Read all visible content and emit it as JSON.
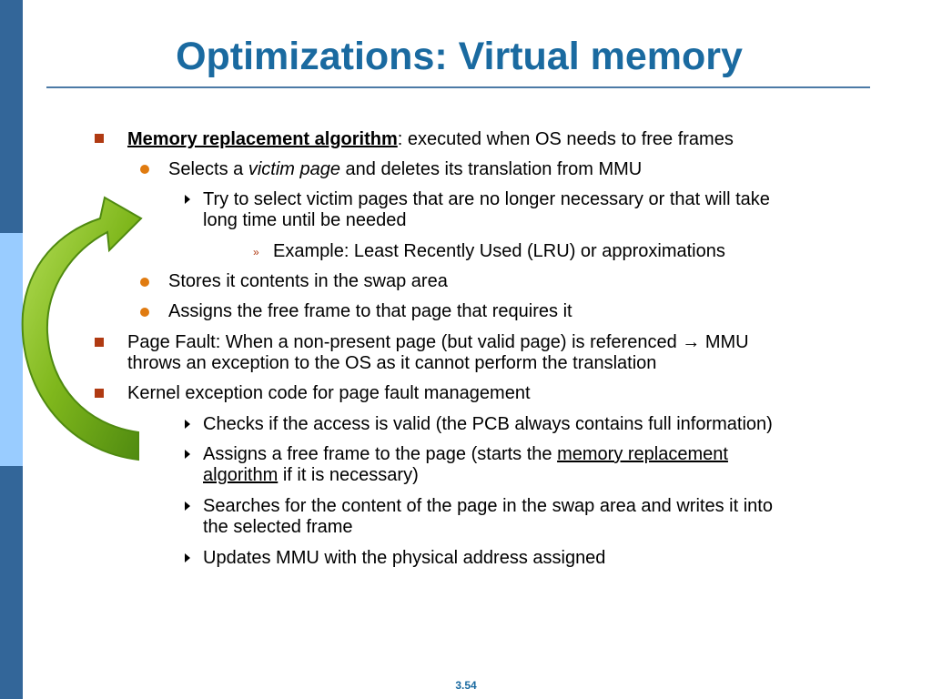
{
  "title": "Optimizations: Virtual memory",
  "items": {
    "b1": {
      "label": "Memory replacement algorithm",
      "rest": ": executed when OS needs to free frames"
    },
    "b1_1": {
      "pre": "Selects a ",
      "em": "victim page",
      "post": " and deletes its translation from MMU"
    },
    "b1_1_1": {
      "l1": "Try to select victim pages that are no longer necessary or that  will take",
      "l2": "long time until be needed"
    },
    "b1_1_1_1": "Example: Least Recently Used (LRU) or approximations",
    "b1_2": "Stores it contents in the swap area",
    "b1_3": "Assigns the free frame to that page that requires it",
    "b2": {
      "l1a": "Page Fault: When a non-present page (but valid page) is referenced ",
      "arrow": "→",
      "l1b": " MMU",
      "l2": "throws an exception to the OS as it cannot perform the translation"
    },
    "b3": "Kernel exception code for page fault management",
    "b3_1": "Checks if the access is valid (the PCB always contains full information)",
    "b3_2": {
      "pre": "Assigns a free frame to the page (starts the ",
      "link1": "memory replacement",
      "link2": "algorithm",
      "post": " if it is necessary)"
    },
    "b3_3": {
      "l1": "Searches for the content of the page in the swap area  and writes it into",
      "l2": "the selected frame"
    },
    "b3_4": "Updates MMU with the physical address assigned"
  },
  "footer": "3.54",
  "colors": {
    "title": "#1a6aa0",
    "sidebar_dark": "#336699",
    "sidebar_light": "#99ccff",
    "square_bullet": "#b03a12",
    "dot_bullet": "#e07b10",
    "arrow_green": "#7fb71c"
  }
}
